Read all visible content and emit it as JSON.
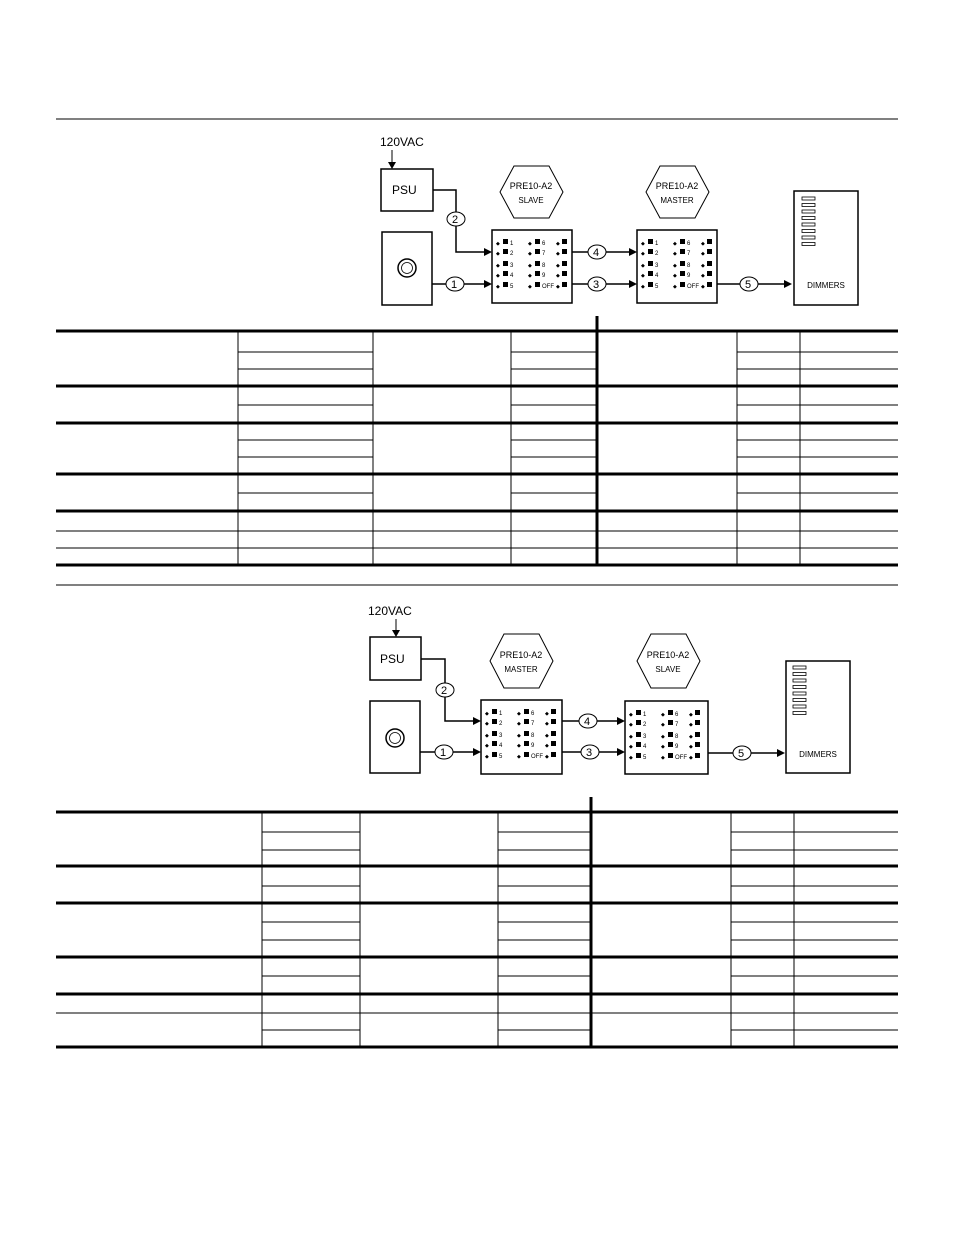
{
  "diagram1": {
    "power_label": "120VAC",
    "psu_label": "PSU",
    "left_unit": {
      "line1": "PRE10-A2",
      "line2": "SLAVE"
    },
    "right_unit": {
      "line1": "PRE10-A2",
      "line2": "MASTER"
    },
    "dimmers_label": "DIMMERS",
    "connectors": [
      "1",
      "2",
      "3",
      "4",
      "5"
    ],
    "switch_labels": [
      "1",
      "6",
      "2",
      "7",
      "3",
      "8",
      "4",
      "9",
      "5",
      "OFF"
    ]
  },
  "diagram2": {
    "power_label": "120VAC",
    "psu_label": "PSU",
    "left_unit": {
      "line1": "PRE10-A2",
      "line2": "MASTER"
    },
    "right_unit": {
      "line1": "PRE10-A2",
      "line2": "SLAVE"
    },
    "dimmers_label": "DIMMERS",
    "connectors": [
      "1",
      "2",
      "3",
      "4",
      "5"
    ],
    "switch_labels": [
      "1",
      "6",
      "2",
      "7",
      "3",
      "8",
      "4",
      "9",
      "5",
      "OFF"
    ]
  }
}
